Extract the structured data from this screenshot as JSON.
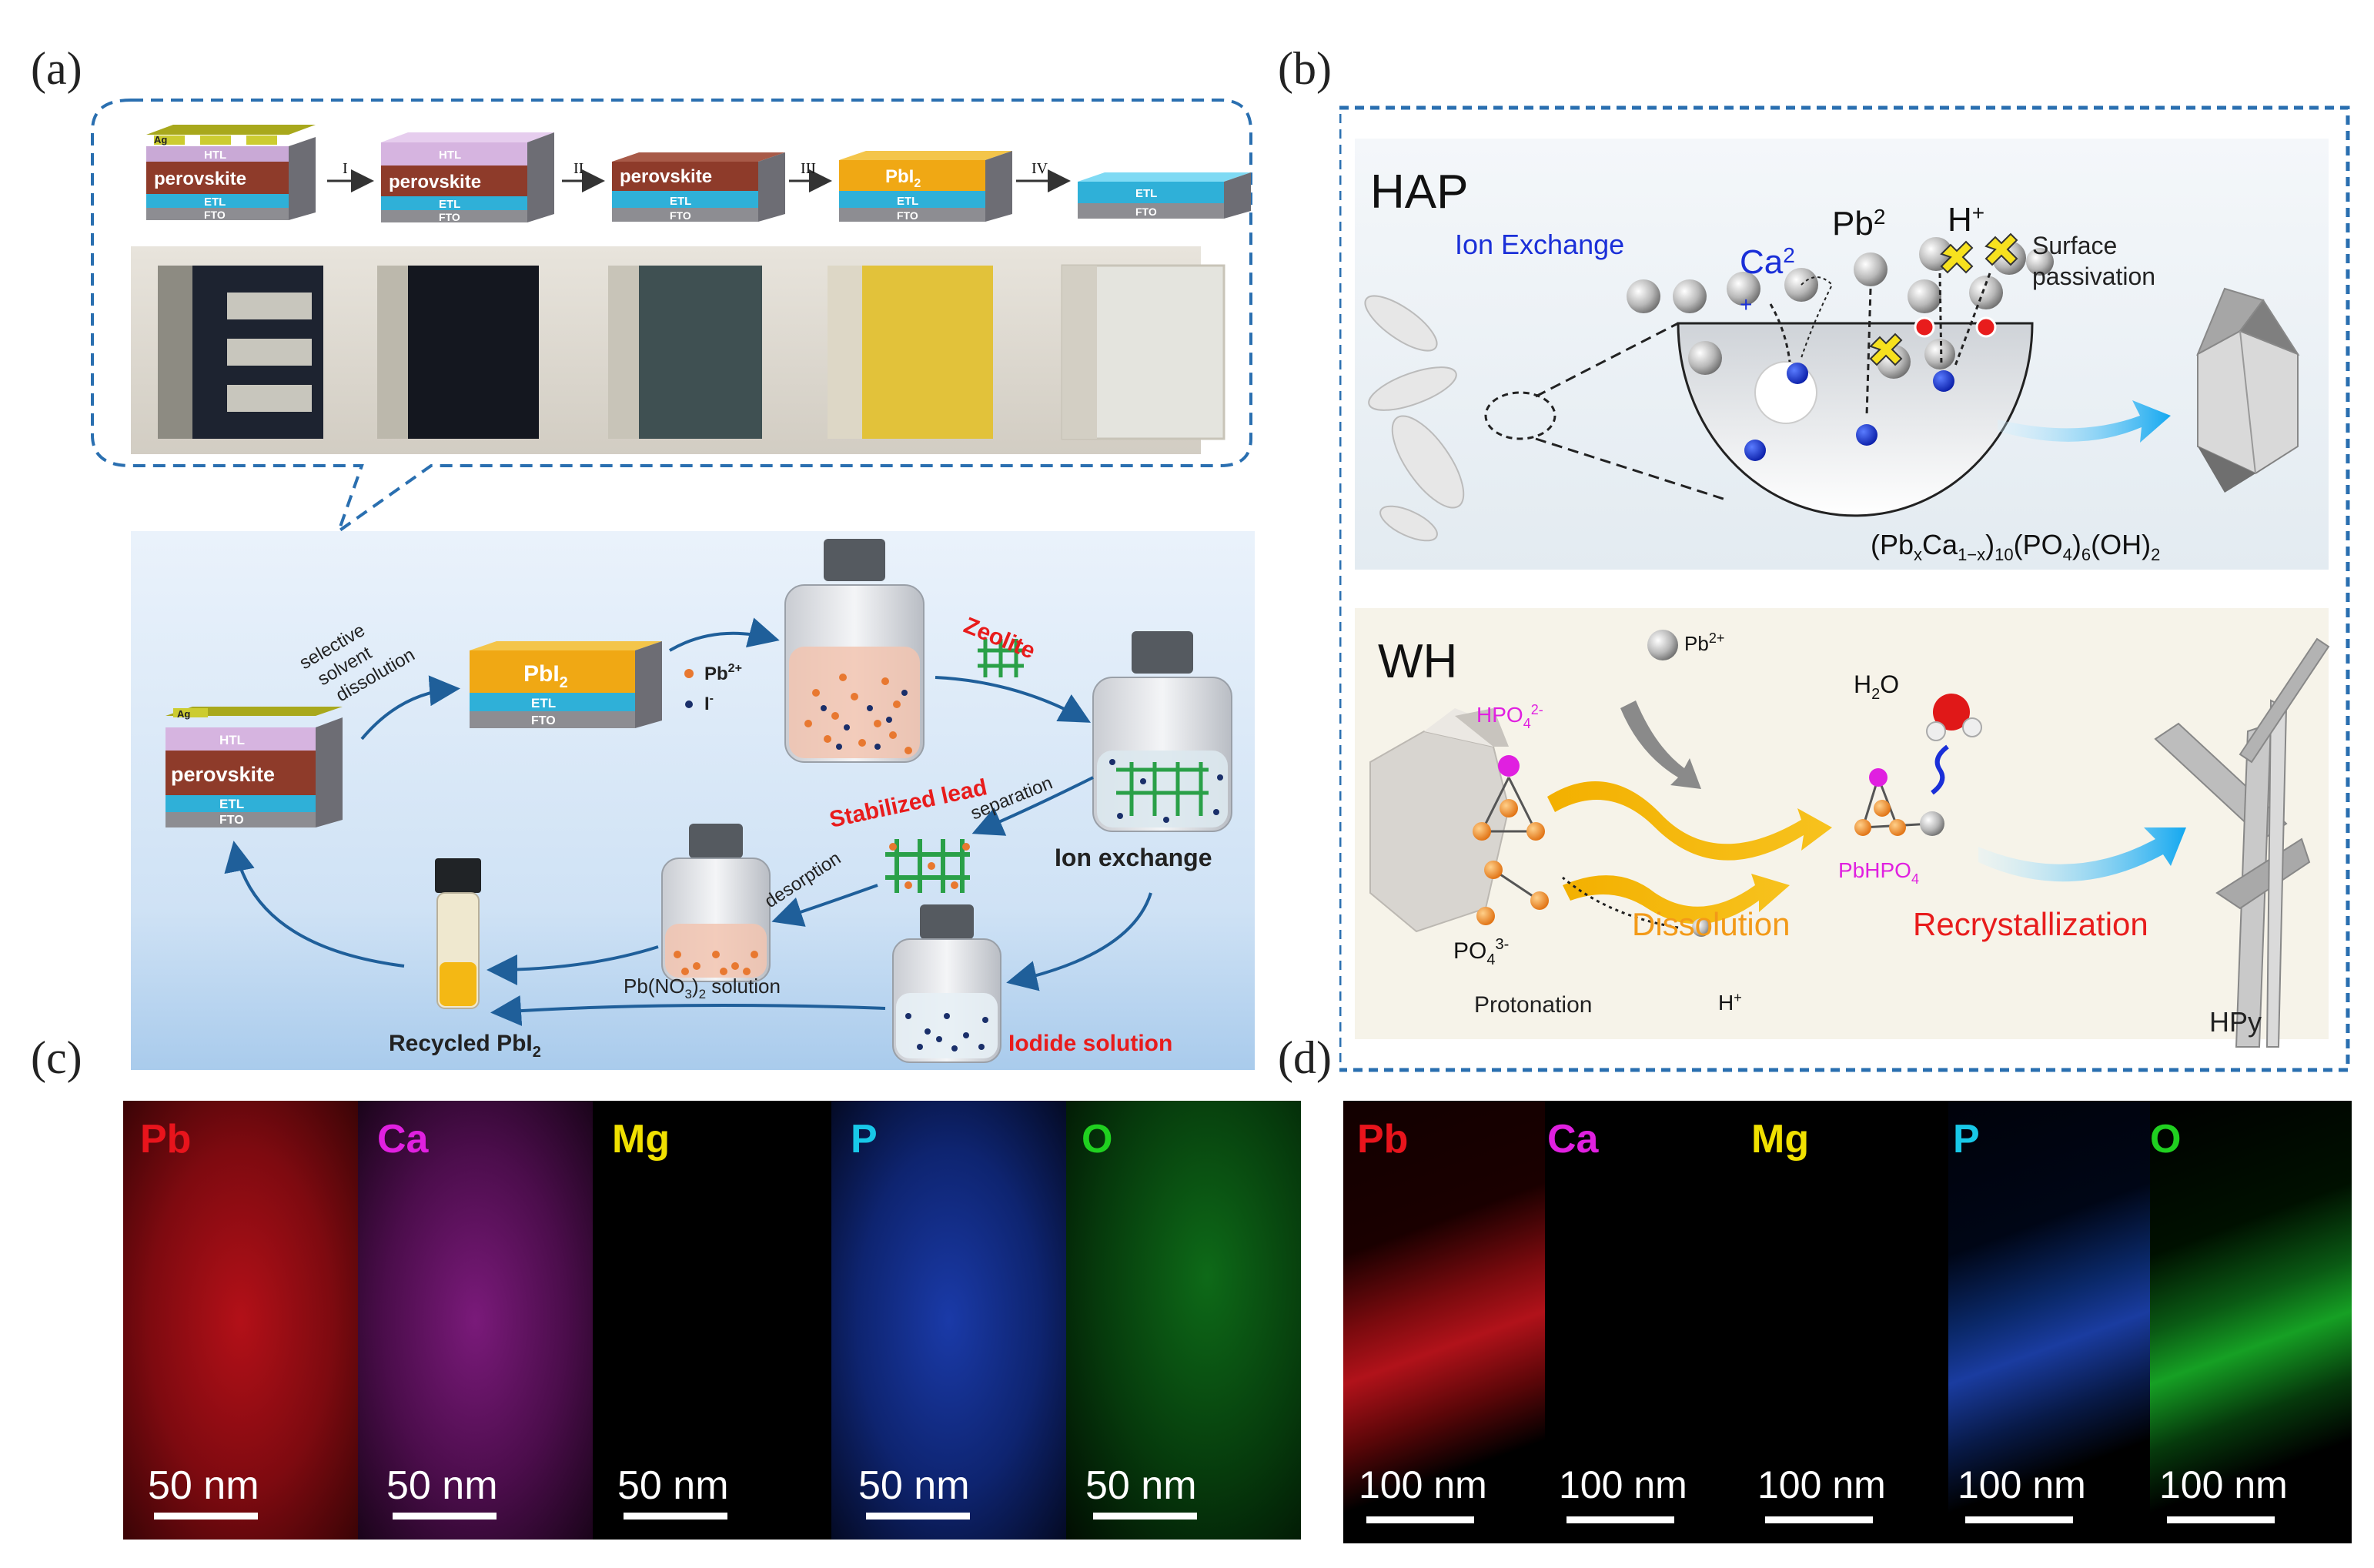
{
  "panels": {
    "a": "(a)",
    "b": "(b)",
    "c": "(c)",
    "d": "(d)"
  },
  "panel_a": {
    "steps": [
      "I",
      "II",
      "III",
      "IV"
    ],
    "layers": {
      "ag": "Ag",
      "htl": "HTL",
      "perovskite": "perovskite",
      "etl": "ETL",
      "fto": "FTO",
      "pbi2_base": "PbI",
      "sub2": "2"
    },
    "cycle": {
      "selective_line1": "selective",
      "selective_line2": "solvent",
      "selective_line3": "dissolution",
      "pb_ion": "Pb",
      "pb_ion_sup": "2+",
      "i_ion": "I",
      "i_ion_sup": "-",
      "zeolite": "Zeolite",
      "ion_exchange": "Ion exchange",
      "stabilized_lead": "Stabilized lead",
      "separation": "separation",
      "desorption": "desorption",
      "pbno3_a": "Pb(NO",
      "pbno3_sub3": "3",
      "pbno3_b": ")",
      "pbno3_sub2": "2",
      "pbno3_c": " solution",
      "iodide_solution": "Iodide solution",
      "recycled": "Recycled PbI",
      "recycled_sub": "2"
    }
  },
  "panel_b": {
    "hap": {
      "title": "HAP",
      "ion_exchange": "Ion Exchange",
      "ca": "Ca",
      "ca_sup": "2",
      "pb": "Pb",
      "pb_sup": "2",
      "h": "H",
      "h_sup": "+",
      "surface": "Surface",
      "passivation": "passivation",
      "formula_a": "(Pb",
      "formula_x": "x",
      "formula_b": "Ca",
      "formula_1x": "1−x",
      "formula_c": ")",
      "formula_10": "10",
      "formula_d": "(PO",
      "formula_4": "4",
      "formula_e": ")",
      "formula_6": "6",
      "formula_f": "(OH)",
      "formula_2": "2"
    },
    "wh": {
      "title": "WH",
      "pb": "Pb",
      "pb_sup": "2+",
      "hpo": "HPO",
      "hpo_sub": "4",
      "hpo_sup": "2-",
      "h2o_a": "H",
      "h2o_sub": "2",
      "h2o_b": "O",
      "pbhpo_a": "PbHPO",
      "pbhpo_sub": "4",
      "po_a": "PO",
      "po_sub": "4",
      "po_sup": "3-",
      "protonation": "Protonation",
      "h": "H",
      "h_sup": "+",
      "dissolution": "Dissolution",
      "recrystallization": "Recrystallization",
      "hpy": "HPy"
    }
  },
  "panel_c": {
    "maps": [
      {
        "element": "Pb",
        "scale": "50 nm"
      },
      {
        "element": "Ca",
        "scale": "50 nm"
      },
      {
        "element": "Mg",
        "scale": "50 nm"
      },
      {
        "element": "P",
        "scale": "50 nm"
      },
      {
        "element": "O",
        "scale": "50 nm"
      }
    ]
  },
  "panel_d": {
    "maps": [
      {
        "element": "Pb",
        "scale": "100 nm"
      },
      {
        "element": "Ca",
        "scale": "100 nm"
      },
      {
        "element": "Mg",
        "scale": "100 nm"
      },
      {
        "element": "P",
        "scale": "100 nm"
      },
      {
        "element": "O",
        "scale": "100 nm"
      }
    ]
  },
  "colors": {
    "pb": "#e8141c",
    "ca": "#e020e0",
    "mg": "#f0e000",
    "p": "#18c8e8",
    "o": "#20d020",
    "dashed_box": "#2a6fb0",
    "cycle_arrow": "#1f5f9a",
    "label_red": "#e81c1c"
  }
}
